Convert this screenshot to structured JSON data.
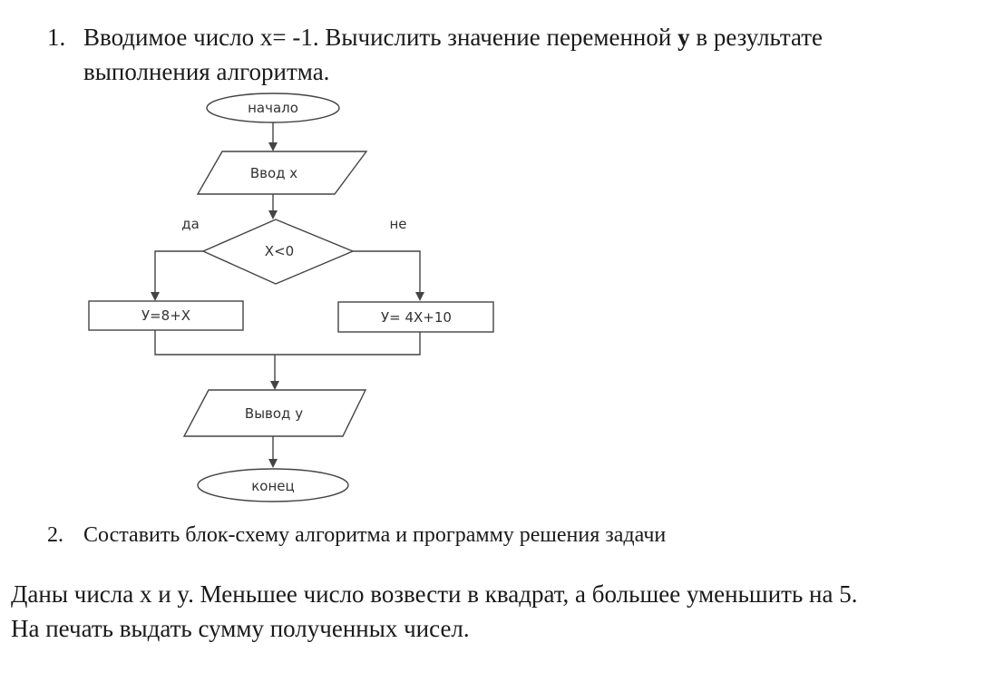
{
  "task1": {
    "number": "1.",
    "text_before": "Вводимое число x= -1. Вычислить значение переменной ",
    "variable": "y",
    "text_after": " в результате",
    "line2": "выполнения алгоритма."
  },
  "flowchart": {
    "start": "начало",
    "input": "Ввод x",
    "condition": "X<0",
    "yes_label": "да",
    "no_label": "не",
    "yes_action": "У=8+X",
    "no_action": "У= 4X+10",
    "output": "Вывод у",
    "end": "конец"
  },
  "task2": {
    "number": "2.",
    "text": "Составить блок-схему алгоритма и программу решения задачи"
  },
  "problem": {
    "line1": "Даны числа x и y. Меньшее число возвести в квадрат, а большее уменьшить на 5.",
    "line2": "На печать выдать сумму полученных чисел."
  }
}
